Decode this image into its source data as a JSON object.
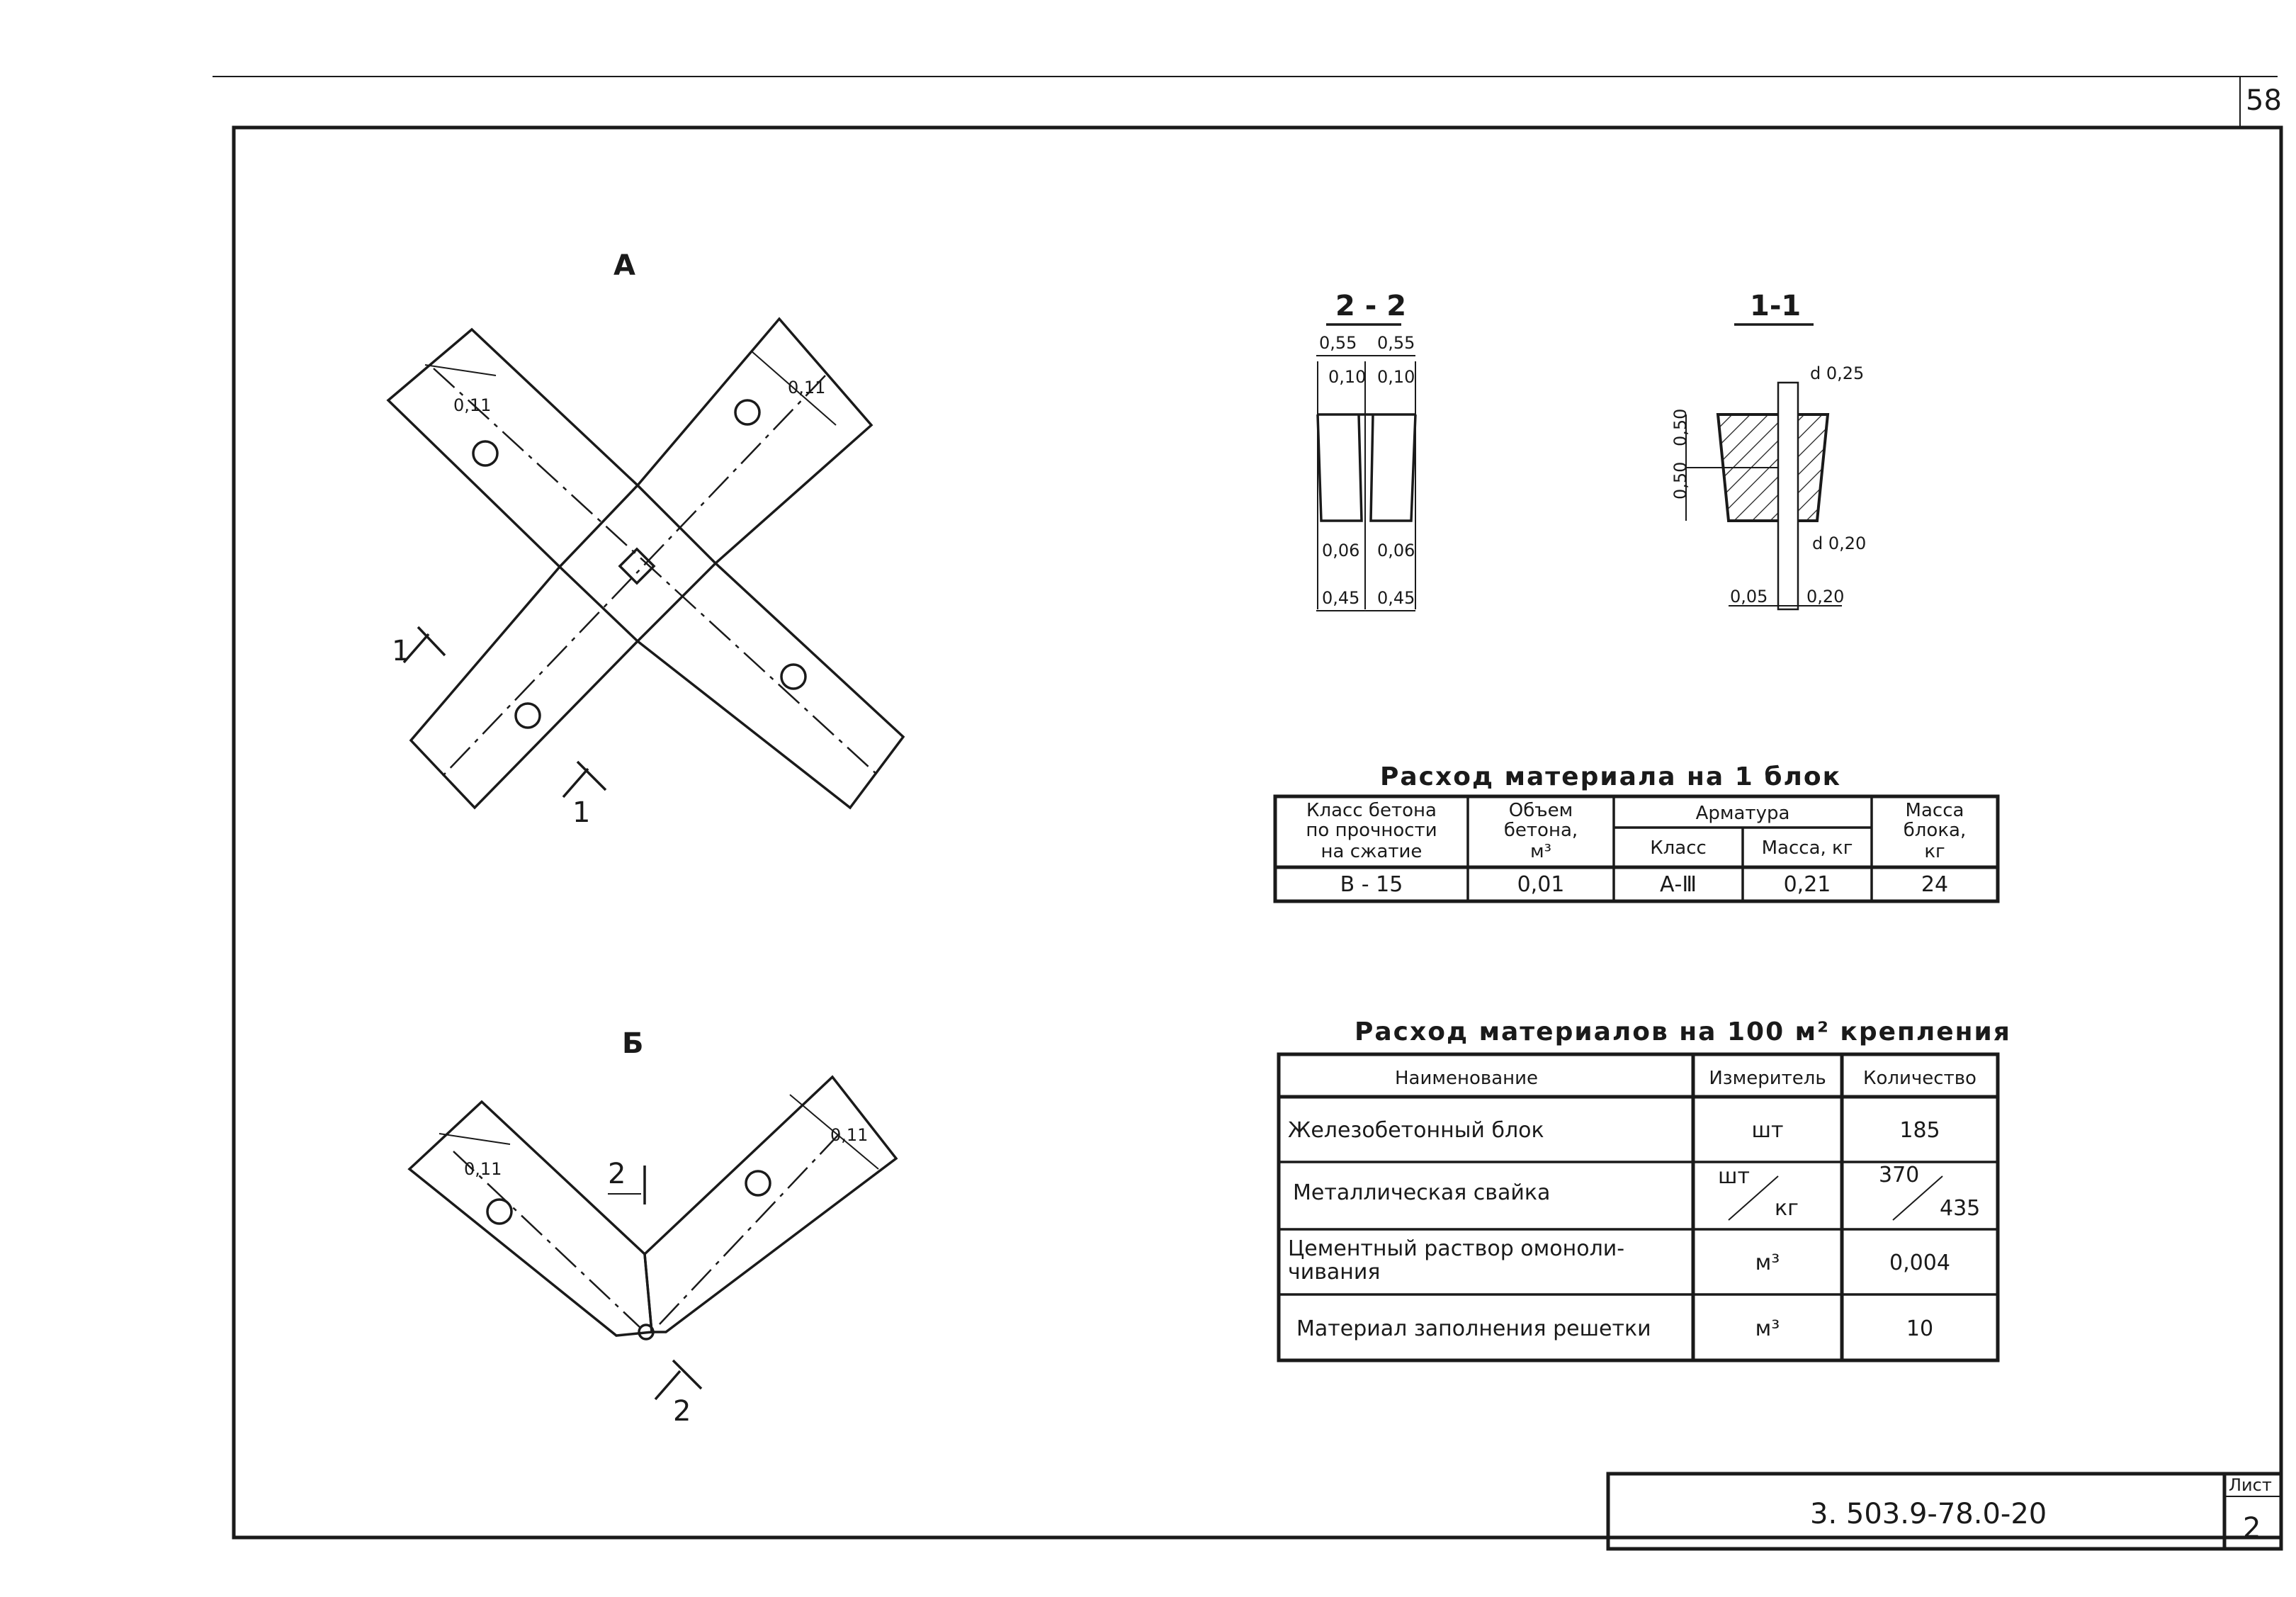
{
  "sheet": {
    "page_number": "58",
    "document_code": "3. 503.9-78.0-20",
    "list_label": "Лист",
    "list_number": "2"
  },
  "views": {
    "view_a_label": "А",
    "view_b_label": "Б",
    "cut_1_label": "1",
    "cut_2_label": "2",
    "dim_011": "0,11"
  },
  "section_2_2": {
    "title": "2 - 2",
    "top_left": "0,55",
    "top_right": "0,55",
    "inner_top_left": "0,10",
    "inner_top_right": "0,10",
    "inner_bottom_left": "0,06",
    "inner_bottom_right": "0,06",
    "bottom_left": "0,45",
    "bottom_right": "0,45"
  },
  "section_1_1": {
    "title": "1-1",
    "d_top": "d 0,25",
    "d_bottom": "d 0,20",
    "h_upper": "0,50",
    "h_lower": "0,50",
    "b_left": "0,05",
    "b_right": "0,20"
  },
  "table_block": {
    "title": "Расход материала на 1 блок",
    "h_concrete_class": [
      "Класс бетона",
      "по прочности",
      "на сжатие"
    ],
    "h_volume": [
      "Объем",
      "бетона,",
      "м³"
    ],
    "h_rebar": "Арматура",
    "h_rebar_class": "Класс",
    "h_rebar_mass": "Масса, кг",
    "h_block_mass": [
      "Масса",
      "блока,",
      "кг"
    ],
    "row": {
      "concrete_class": "В - 15",
      "volume": "0,01",
      "rebar_class": "А-Ⅲ",
      "rebar_mass": "0,21",
      "block_mass": "24"
    }
  },
  "table_materials": {
    "title": "Расход материалов на 100 м² крепления",
    "headers": [
      "Наименование",
      "Измеритель",
      "Количество"
    ],
    "rows": [
      {
        "name": "Железобетонный блок",
        "unit": "шт",
        "qty": "185"
      },
      {
        "name": "Металлическая свайка",
        "unit_num": "шт",
        "unit_den": "кг",
        "qty_num": "370",
        "qty_den": "435"
      },
      {
        "name_line1": "Цементный раствор омоноли-",
        "name_line2": "чивания",
        "unit": "м³",
        "qty": "0,004"
      },
      {
        "name": "Материал заполнения решетки",
        "unit": "м³",
        "qty": "10"
      }
    ]
  }
}
